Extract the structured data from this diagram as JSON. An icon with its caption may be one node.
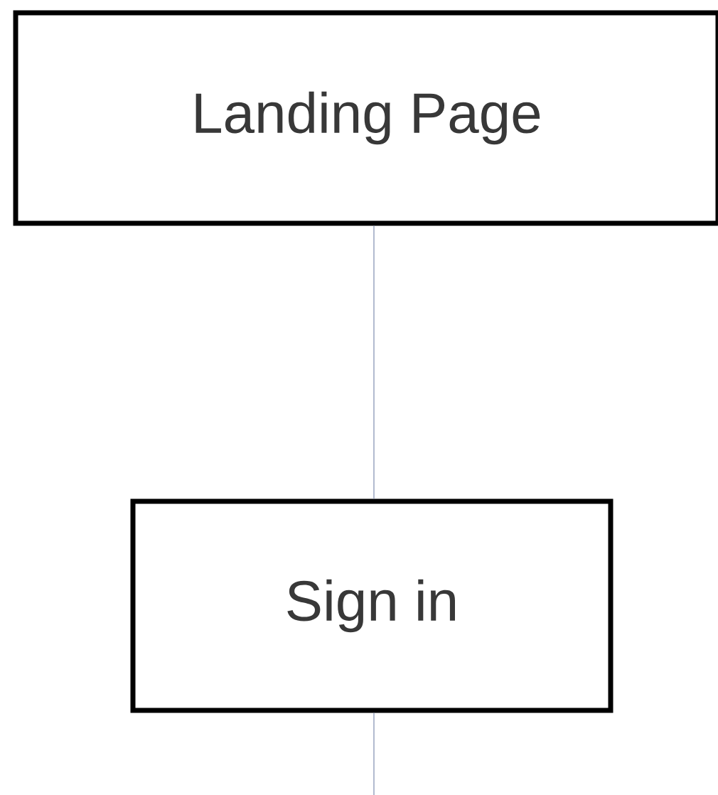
{
  "diagram": {
    "nodes": [
      {
        "text": [
          "Landing Page"
        ]
      },
      {
        "text": [
          "Sign in"
        ]
      }
    ],
    "edges": [
      {
        "from": 0,
        "to": 1,
        "arrow": "none",
        "color": "#7f8db0"
      },
      {
        "from": 1,
        "to": null,
        "arrow": "none",
        "color": "#7f8db0"
      }
    ]
  }
}
